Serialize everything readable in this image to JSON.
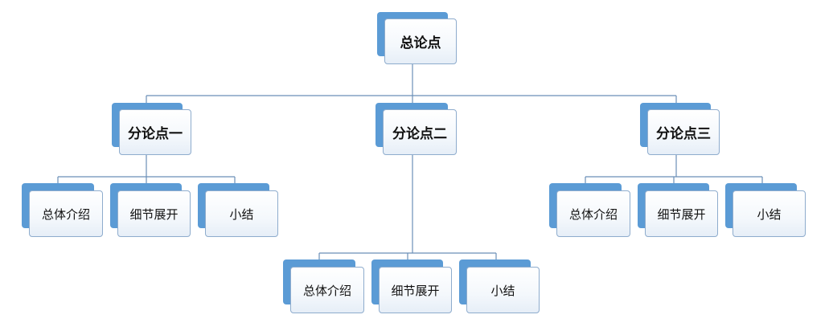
{
  "diagram": {
    "root": "总论点",
    "branches": [
      {
        "label": "分论点一",
        "children": [
          "总体介绍",
          "细节展开",
          "小结"
        ]
      },
      {
        "label": "分论点二",
        "children": [
          "总体介绍",
          "细节展开",
          "小结"
        ]
      },
      {
        "label": "分论点三",
        "children": [
          "总体介绍",
          "细节展开",
          "小结"
        ]
      }
    ]
  },
  "colors": {
    "connector": "#6a8fb8",
    "node_accent": "#5b9bd5",
    "node_border": "#8eaccd"
  }
}
